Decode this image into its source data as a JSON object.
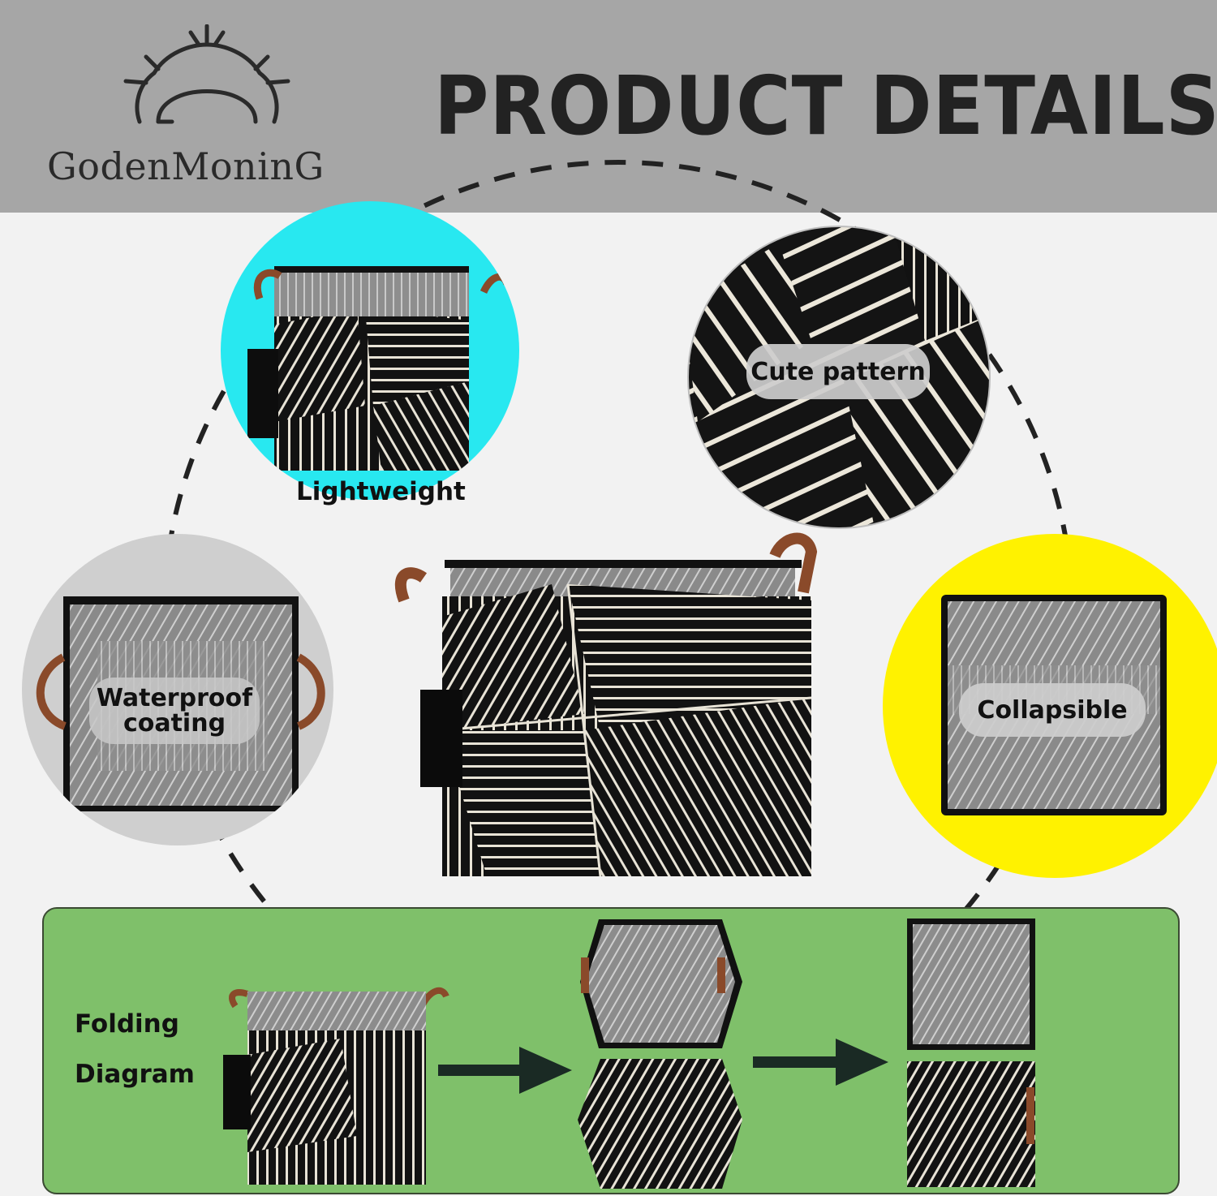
{
  "header": {
    "brand": "GodenMoninG",
    "title": "PRODUCT DETAILS",
    "background": "#a6a6a6"
  },
  "features": {
    "lightweight": "Lightweight",
    "cute_pattern": "Cute pattern",
    "waterproof_line1": "Waterproof",
    "waterproof_line2": "coating",
    "collapsible": "Collapsible"
  },
  "folding": {
    "line1": "Folding",
    "line2": "Diagram"
  },
  "colors": {
    "cyan": "#28e8f0",
    "yellow": "#fff200",
    "green_panel": "#7fc06a",
    "basket_black": "#111111",
    "handle_brown": "#8a4a2a"
  },
  "icons": {
    "logo": "sunrise-logo-icon",
    "arrow": "right-arrow-icon",
    "tag": "hang-tag-icon"
  }
}
